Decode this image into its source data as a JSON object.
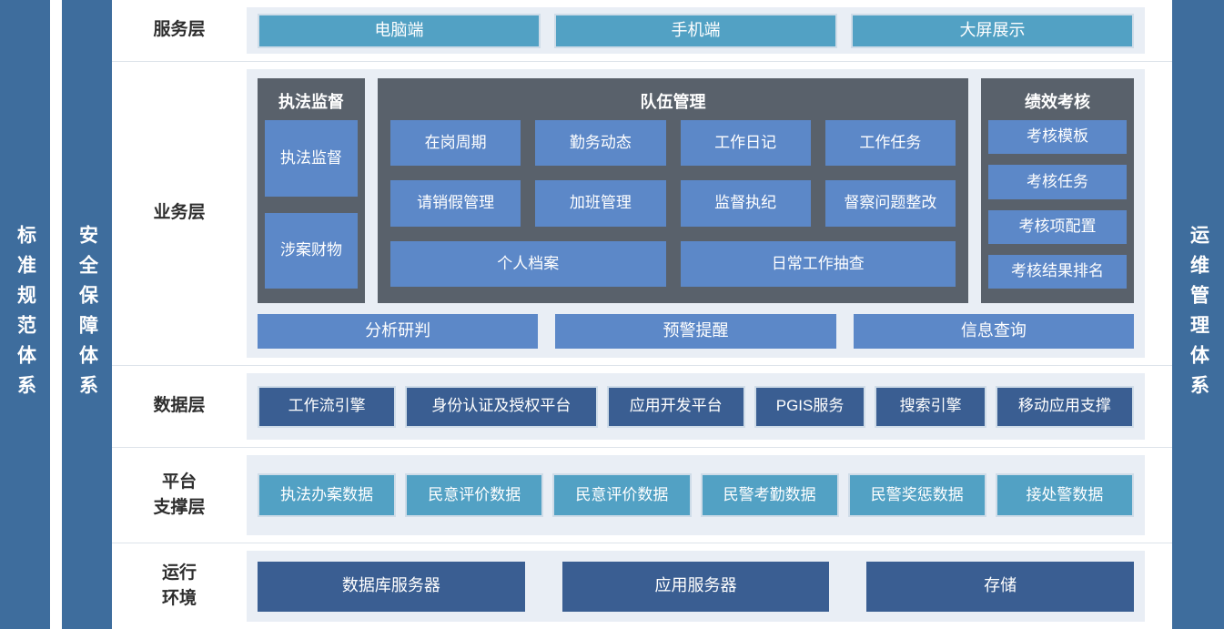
{
  "sidebars": {
    "left_outer": "标准规范体系",
    "left_inner": "安全保障体系",
    "right": "运维管理体系"
  },
  "service_layer": {
    "label": "服务层",
    "items": [
      "电脑端",
      "手机端",
      "大屏展示"
    ]
  },
  "business_layer": {
    "label": "业务层",
    "law_supervision": {
      "title": "执法监督",
      "items": [
        "执法监督",
        "涉案财物"
      ]
    },
    "team_management": {
      "title": "队伍管理",
      "row1": [
        "在岗周期",
        "勤务动态",
        "工作日记",
        "工作任务"
      ],
      "row2": [
        "请销假管理",
        "加班管理",
        "监督执纪",
        "督察问题整改"
      ],
      "row3": [
        "个人档案",
        "日常工作抽查"
      ]
    },
    "performance": {
      "title": "绩效考核",
      "items": [
        "考核模板",
        "考核任务",
        "考核项配置",
        "考核结果排名"
      ]
    },
    "bottom_items": [
      "分析研判",
      "预警提醒",
      "信息查询"
    ]
  },
  "data_layer": {
    "label": "数据层",
    "items": [
      "工作流引擎",
      "身份认证及授权平台",
      "应用开发平台",
      "PGIS服务",
      "搜索引擎",
      "移动应用支撑"
    ]
  },
  "platform_layer": {
    "label_line1": "平台",
    "label_line2": "支撑层",
    "items": [
      "执法办案数据",
      "民意评价数据",
      "民意评价数据",
      "民警考勤数据",
      "民警奖惩数据",
      "接处警数据"
    ]
  },
  "runtime_layer": {
    "label_line1": "运行",
    "label_line2": "环境",
    "items": [
      "数据库服务器",
      "应用服务器",
      "存储"
    ]
  },
  "colors": {
    "sidebar_blue": "#3e6d9d",
    "teal": "#52a1c4",
    "mid_blue": "#5c88c8",
    "navy": "#3a5e92",
    "group_grey": "#59616b",
    "panel_bg": "#e9eef5"
  }
}
